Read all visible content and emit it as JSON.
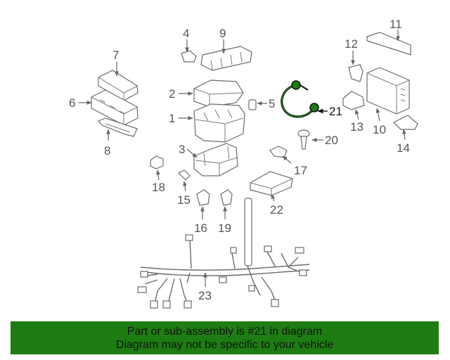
{
  "diagram": {
    "callouts": [
      "1",
      "2",
      "3",
      "4",
      "5",
      "6",
      "7",
      "8",
      "9",
      "10",
      "11",
      "12",
      "13",
      "14",
      "15",
      "16",
      "17",
      "18",
      "19",
      "20",
      "21",
      "22",
      "23"
    ],
    "highlight_part": "21",
    "highlight_color": "#1e7d12"
  },
  "banner": {
    "line1": "Part or sub-assembly is #21 in diagram",
    "line2": "Diagram may not be specific to your vehicle",
    "background": "#1e7d12"
  }
}
